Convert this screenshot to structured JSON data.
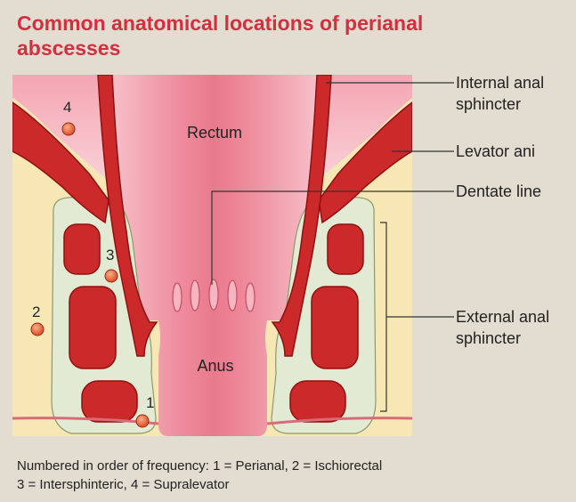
{
  "title": "Common anatomical locations of perianal abscesses",
  "labels": {
    "rectum": "Rectum",
    "anus": "Anus",
    "internal_anal_sphincter": [
      "Internal anal",
      "sphincter"
    ],
    "levator_ani": "Levator ani",
    "dentate_line": "Dentate line",
    "external_anal_sphincter": [
      "External anal",
      "sphincter"
    ]
  },
  "abscesses": [
    {
      "number": "1",
      "name": "Perianal"
    },
    {
      "number": "2",
      "name": "Ischiorectal"
    },
    {
      "number": "3",
      "name": "Intersphinteric"
    },
    {
      "number": "4",
      "name": "Supralevator"
    }
  ],
  "caption": {
    "line1": "Numbered in order of frequency: 1 = Perianal, 2 = Ischiorectal",
    "line2": "3 = Intersphinteric, 4 = Supralevator"
  },
  "colors": {
    "title": "#d32f3f",
    "background": "#e3dcd1",
    "fat": "#f7e7b5",
    "lumen": "#f19bab",
    "muscle": "#cc2a2a",
    "sheath": "#e3ead3",
    "abscess": "#e5582d"
  }
}
